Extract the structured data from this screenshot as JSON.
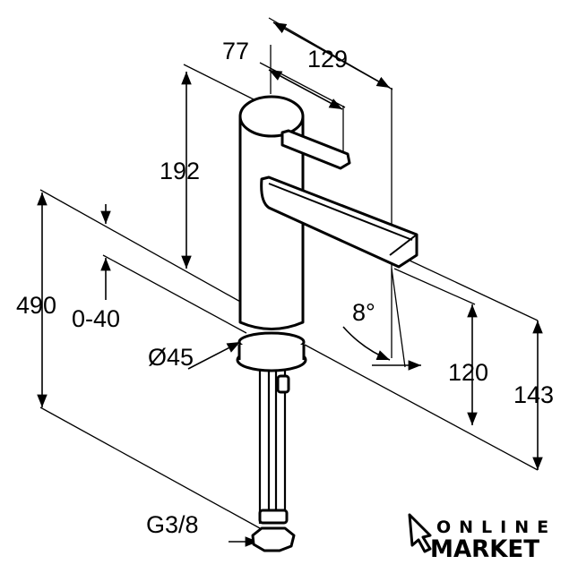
{
  "dimensions": {
    "lever_reach": "77",
    "spout_reach": "129",
    "body_height": "192",
    "total_height": "490",
    "worktop_thickness": "0-40",
    "spout_angle": "8°",
    "base_diameter": "Ø45",
    "spout_clearance": "120",
    "spout_height": "143",
    "connection_thread": "G3/8"
  },
  "logo": {
    "line1": "ONLINE",
    "line2": "MARKET"
  }
}
